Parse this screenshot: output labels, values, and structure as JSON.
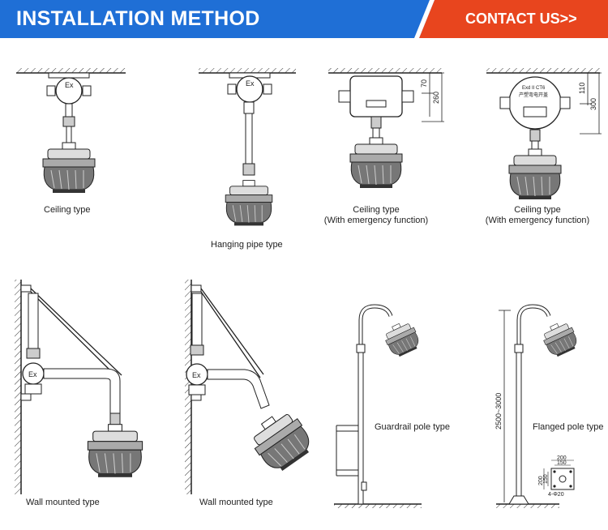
{
  "header": {
    "title": "INSTALLATION METHOD",
    "contact_label": "CONTACT US>>",
    "colors": {
      "blue": "#1f6fd6",
      "red": "#e8451e"
    }
  },
  "figures": {
    "ceiling": {
      "label": "Ceiling type",
      "box_text": "Ex"
    },
    "hanging_pipe": {
      "label": "Hanging pipe type",
      "box_text": "Ex"
    },
    "ceiling_emergency_1": {
      "label_line1": "Ceiling type",
      "label_line2": "(With emergency function)",
      "dim_top": "70",
      "dim_total": "260"
    },
    "ceiling_emergency_2": {
      "label_line1": "Ceiling type",
      "label_line2": "(With emergency function)",
      "box_text_1": "Exd II CT6",
      "box_text_2": "产塑弯电开盖",
      "dim_top": "110",
      "dim_total": "300"
    },
    "wall_mounted_1": {
      "label": "Wall mounted type",
      "box_text": "Ex"
    },
    "wall_mounted_2": {
      "label": "Wall mounted type",
      "box_text": "Ex"
    },
    "guardrail_pole": {
      "label": "Guardrail pole type"
    },
    "flanged_pole": {
      "label": "Flanged pole type",
      "dim_height": "2500~3000",
      "dim_outer": "200",
      "dim_inner": "150",
      "dim_side_outer": "200",
      "dim_side_inner": "150",
      "dim_holes": "4-Φ20"
    }
  }
}
